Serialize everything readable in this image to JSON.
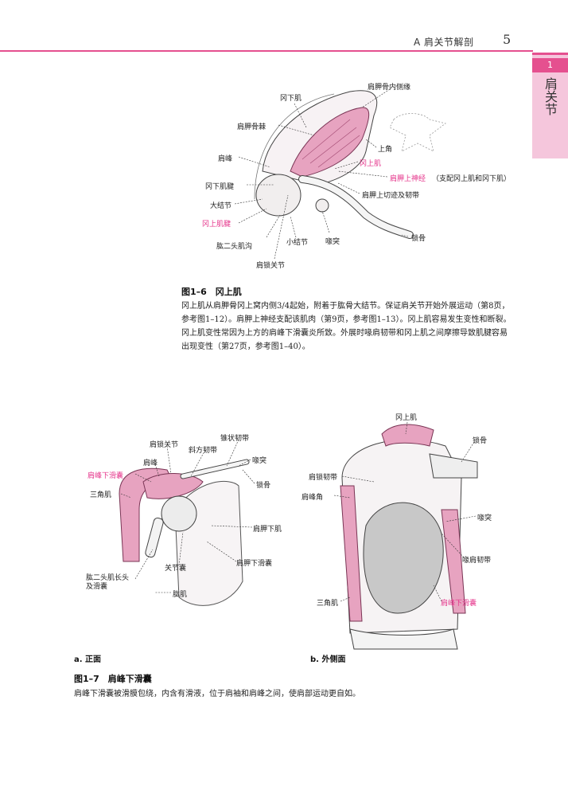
{
  "header": {
    "section": "A  肩关节解剖",
    "page_number": "5",
    "tab_number": "1",
    "tab_title": "肩关节"
  },
  "figure6": {
    "labels": {
      "infraspinatus_top": "冈下肌",
      "medial_border": "肩胛骨内侧缘",
      "spine": "肩胛骨棘",
      "superior_angle": "上角",
      "acromion": "肩峰",
      "supraspinatus": "冈上肌",
      "suprascapular_nerve": "肩胛上神经",
      "suprascapular_nerve_note": "（支配冈上肌和冈下肌）",
      "infraspinatus_tendon": "冈下肌腱",
      "notch_ligament": "肩胛上切迹及韧带",
      "greater_tuberosity": "大结节",
      "supraspinatus_tendon": "冈上肌腱",
      "clavicle": "锁骨",
      "bicipital_groove": "肱二头肌沟",
      "lesser_tuberosity": "小结节",
      "coracoid": "喙突",
      "ac_joint": "肩锁关节"
    },
    "caption_title": "图1–6　冈上肌",
    "caption_body": "冈上肌从肩胛骨冈上窝内侧3/4起始，附着于肱骨大结节。保证肩关节开始外展运动（第8页，参考图1–12）。肩胛上神经支配该肌肉（第9页，参考图1–13）。冈上肌容易发生变性和断裂。冈上肌变性常因为上方的肩峰下滑囊炎所致。外展时喙肩韧带和冈上肌之间摩擦导致肌腱容易出现变性（第27页，参考图1–40）。"
  },
  "figure7": {
    "panel_a": {
      "label": "a. 正面",
      "labels": {
        "ac_joint": "肩锁关节",
        "conoid_ligament": "锥状韧带",
        "trapezoid_ligament": "斜方韧带",
        "coracoid": "喙突",
        "acromion": "肩峰",
        "subacromial_bursa": "肩峰下滑囊",
        "clavicle": "锁骨",
        "deltoid": "三角肌",
        "subscapularis": "肩胛下肌",
        "subscapular_bursa": "肩胛下滑囊",
        "joint_capsule": "关节囊",
        "biceps_long_head": "肱二头肌长头",
        "biceps_long_head_2": "及滑囊",
        "humerus": "肱肌"
      }
    },
    "panel_b": {
      "label": "b. 外侧面",
      "labels": {
        "supraspinatus": "冈上肌",
        "clavicle": "锁骨",
        "ac_ligament": "肩锁韧带",
        "acromial_angle": "肩峰角",
        "coracoid": "喙突",
        "coracoacromial_ligament": "喙肩韧带",
        "deltoid": "三角肌",
        "subacromial_bursa": "肩峰下滑囊"
      }
    },
    "caption_title": "图1–7　肩峰下滑囊",
    "caption_body": "肩峰下滑囊被滑膜包绕，内含有滑液，位于肩袖和肩峰之间，使肩部运动更自如。"
  },
  "colors": {
    "accent": "#e5508f",
    "muscle_pink": "#e7a3c0",
    "tab_bg": "#f5c6dc"
  }
}
